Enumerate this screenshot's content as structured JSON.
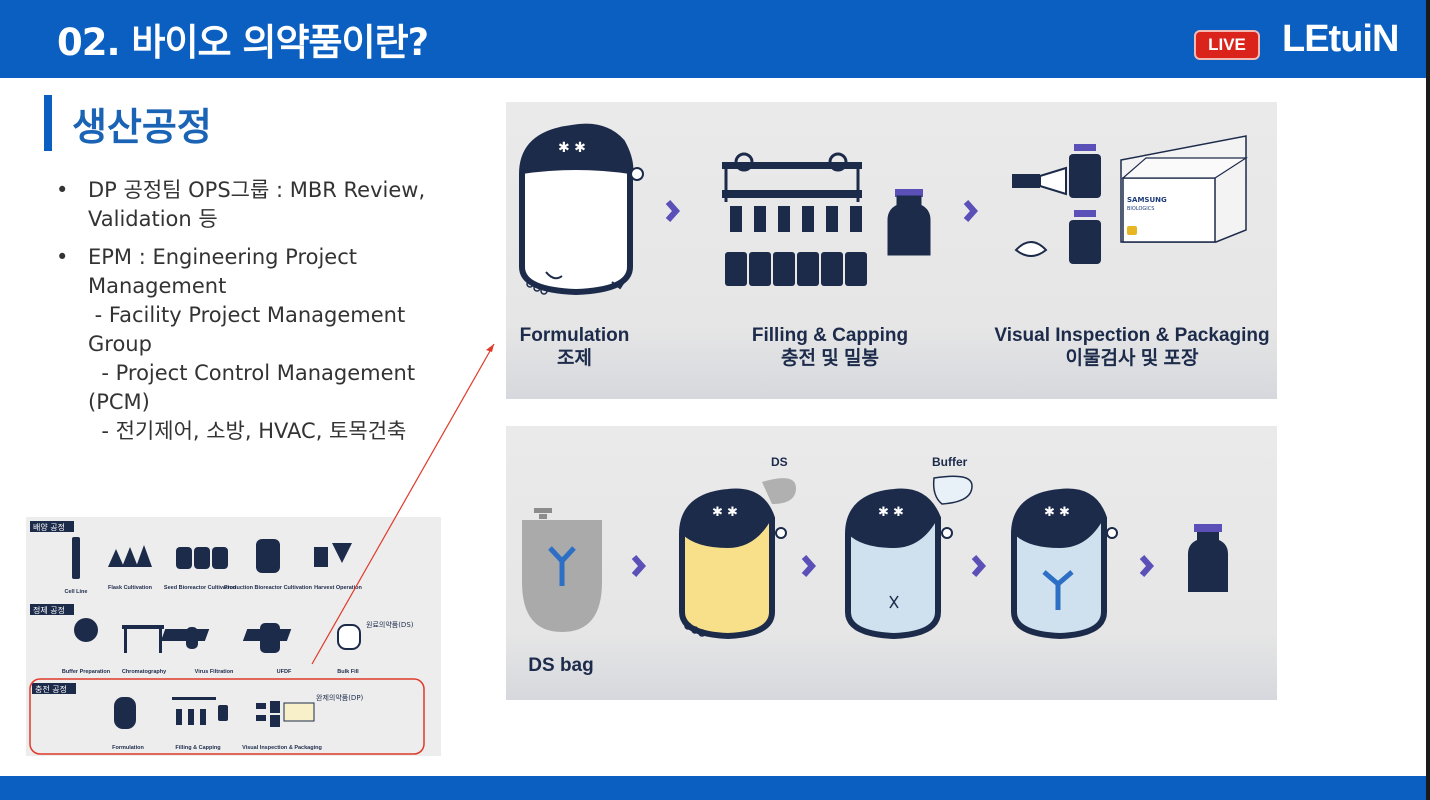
{
  "header": {
    "title": "02. 바이오 의약품이란?",
    "live": "LIVE",
    "logo": "LEtuiN"
  },
  "section": {
    "title": "생산공정"
  },
  "bullets": [
    {
      "dot": "•",
      "lines": [
        "DP 공정팀 OPS그룹 : MBR Review,",
        "Validation 등"
      ]
    },
    {
      "dot": "•",
      "lines": [
        "EPM : Engineering Project",
        "Management",
        " - Facility Project Management",
        "Group",
        "  - Project Control Management",
        "(PCM)",
        "  - 전기제어, 소방, HVAC, 토목건축"
      ]
    }
  ],
  "top_panel": {
    "formulation": {
      "en": "Formulation",
      "ko": "조제"
    },
    "filling": {
      "en": "Filling & Capping",
      "ko": "충전 및 밀봉"
    },
    "inspection": {
      "en": "Visual Inspection & Packaging",
      "ko": "이물검사 및 포장"
    },
    "box_brand": "SAMSUNG",
    "box_sub": "BIOLOGICS"
  },
  "bottom_panel": {
    "ds_bag": "DS bag",
    "ds": "DS",
    "buffer": "Buffer"
  },
  "mini": {
    "row1_title": "배양 공정",
    "row2_title": "정제 공정",
    "row3_title": "충전 공정",
    "row1": [
      "Cell Line",
      "Flask Cultivation",
      "Seed Bioreactor Cultivation",
      "Production Bioreactor Cultivation",
      "Harvest Operation"
    ],
    "row2": [
      "Buffer Preparation",
      "Chromatography",
      "Virus Filtration",
      "UFDF",
      "Bulk Fill"
    ],
    "row2_tag": "원료의약품(DS)",
    "row3": [
      "Formulation",
      "Filling & Capping",
      "Visual Inspection & Packaging"
    ],
    "row3_tag": "완제의약품(DP)"
  },
  "colors": {
    "brand_blue": "#0a5fc0",
    "navy": "#1d2b4b",
    "chevron": "#5b4fb8",
    "yellow": "#f8e08a",
    "lightblue": "#cfe0ee",
    "highlight_red": "#e0392a"
  }
}
